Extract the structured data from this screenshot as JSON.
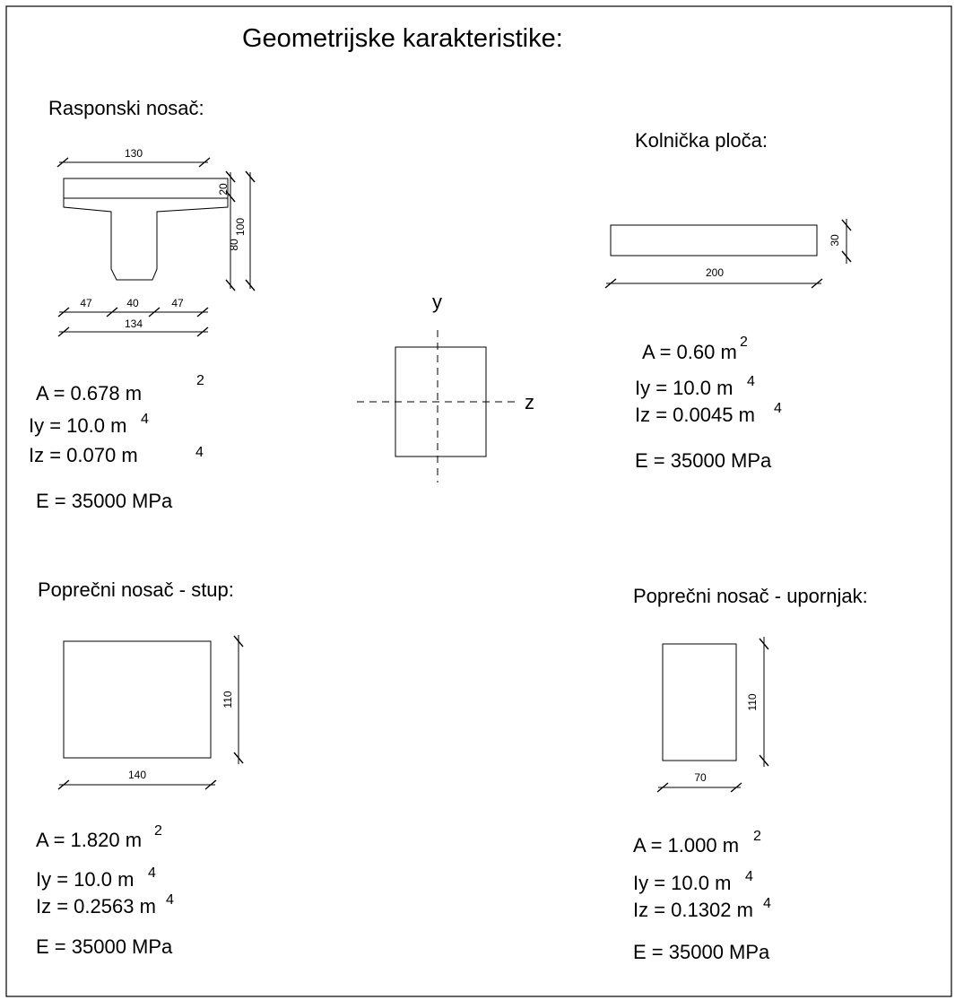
{
  "page_title": "Geometrijske karakteristike:",
  "axes": {
    "y_label": "y",
    "z_label": "z"
  },
  "sections": {
    "rasponski": {
      "title": "Rasponski nosač:",
      "dims": {
        "top_width": "130",
        "flange": "20",
        "web": "80",
        "total_height": "100",
        "left": "47",
        "middle": "40",
        "right": "47",
        "bottom_width": "134"
      },
      "props": {
        "A": "A = 0.678 m",
        "A_exp": "2",
        "Iy": "Iy = 10.0 m",
        "Iy_exp": "4",
        "Iz": "Iz = 0.070 m",
        "Iz_exp": "4",
        "E": "E =  35000 MPa"
      }
    },
    "kolnicka": {
      "title": "Kolnička ploča:",
      "dims": {
        "height": "30",
        "width": "200"
      },
      "props": {
        "A": "A = 0.60 m",
        "A_exp": "2",
        "Iy": "Iy = 10.0 m",
        "Iy_exp": "4",
        "Iz": "Iz = 0.0045 m",
        "Iz_exp": "4",
        "E": "E =  35000 MPa"
      }
    },
    "stup": {
      "title": "Poprečni nosač - stup:",
      "dims": {
        "height": "110",
        "width": "140"
      },
      "props": {
        "A": "A = 1.820 m",
        "A_exp": "2",
        "Iy": "Iy = 10.0 m",
        "Iy_exp": "4",
        "Iz": "Iz = 0.2563 m",
        "Iz_exp": "4",
        "E": "E =  35000 MPa"
      }
    },
    "upornjak": {
      "title": "Poprečni nosač - upornjak:",
      "dims": {
        "height": "110",
        "width": "70"
      },
      "props": {
        "A": "A = 1.000 m",
        "A_exp": "2",
        "Iy": "Iy = 10.0 m",
        "Iy_exp": "4",
        "Iz": "Iz = 0.1302 m",
        "Iz_exp": "4",
        "E": "E =  35000 MPa"
      }
    }
  }
}
